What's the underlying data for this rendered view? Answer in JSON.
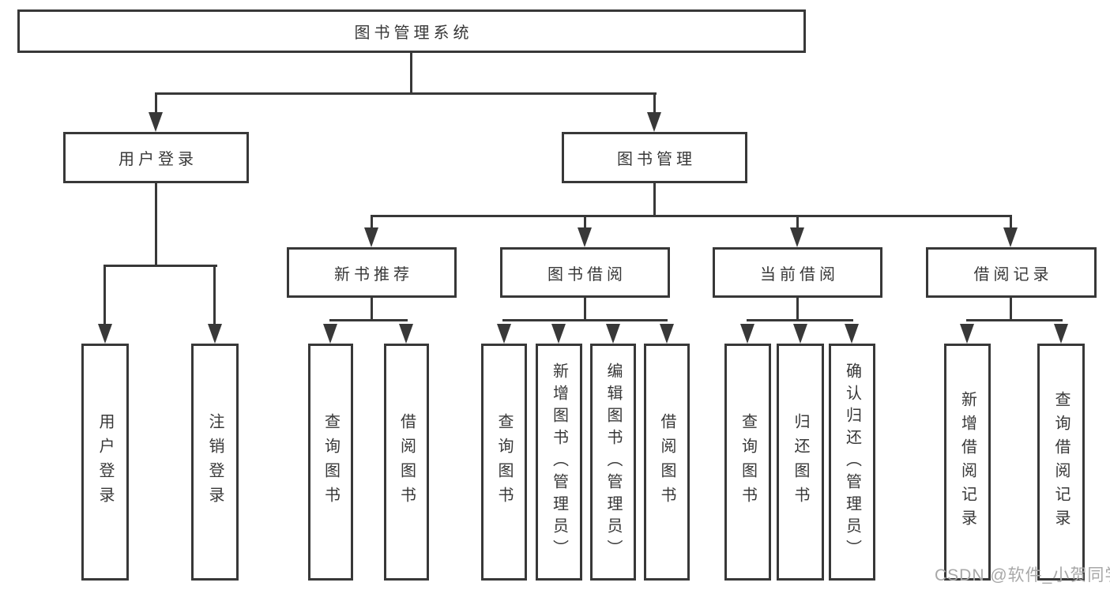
{
  "tree": {
    "root": {
      "label": "图书管理系统"
    },
    "branches": [
      {
        "label": "用户登录",
        "children": [
          {
            "label": "用户登录"
          },
          {
            "label": "注销登录"
          }
        ]
      },
      {
        "label": "图书管理",
        "children": [
          {
            "label": "新书推荐",
            "children": [
              {
                "label": "查询图书"
              },
              {
                "label": "借阅图书"
              }
            ]
          },
          {
            "label": "图书借阅",
            "children": [
              {
                "label": "查询图书"
              },
              {
                "label": "新增图书（管理员）"
              },
              {
                "label": "编辑图书（管理员）"
              },
              {
                "label": "借阅图书"
              }
            ]
          },
          {
            "label": "当前借阅",
            "children": [
              {
                "label": "查询图书"
              },
              {
                "label": "归还图书"
              },
              {
                "label": "确认归还（管理员）"
              }
            ]
          },
          {
            "label": "借阅记录",
            "children": [
              {
                "label": "新增借阅记录"
              },
              {
                "label": "查询借阅记录"
              }
            ]
          }
        ]
      }
    ]
  },
  "watermark": {
    "text": "CSDN @软件_小贺同学"
  },
  "colors": {
    "line": "#383838",
    "text": "#383838",
    "box_background": "#ffffff",
    "page_background": "#ffffff",
    "watermark": "#a8a8a8"
  }
}
